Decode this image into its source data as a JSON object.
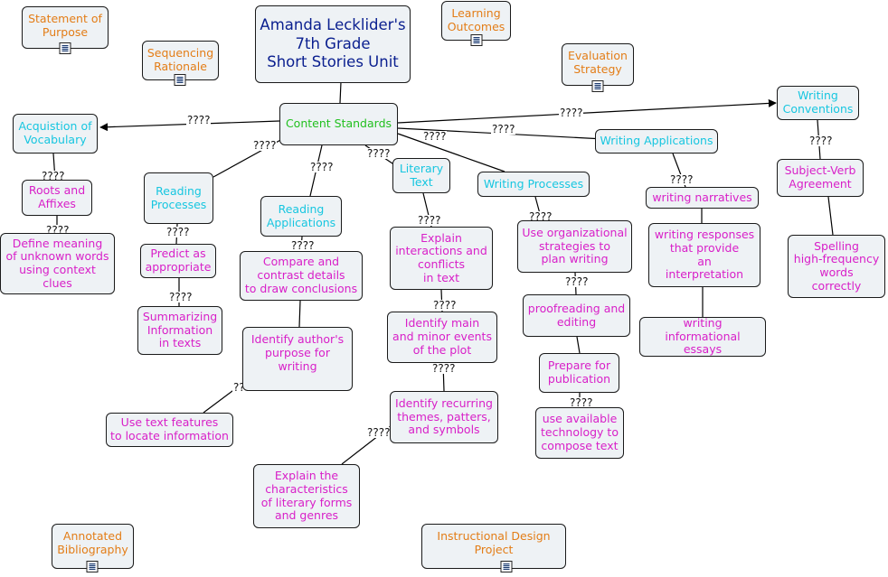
{
  "link_label": "????",
  "nodes": {
    "title": "Amanda Lecklider's\n7th Grade\nShort Stories Unit",
    "content_standards": "Content Standards",
    "statement_of_purpose": "Statement of\nPurpose",
    "sequencing_rationale": "Sequencing\nRationale",
    "learning_outcomes": "Learning\nOutcomes",
    "evaluation_strategy": "Evaluation\nStrategy",
    "acquisition_of_vocabulary": "Acquistion of\nVocabulary",
    "roots_and_affixes": "Roots and\nAffixes",
    "define_meaning": "Define meaning\nof unknown words\nusing context\nclues",
    "reading_processes": "Reading\nProcesses",
    "predict_as_appropriate": "Predict as\nappropriate",
    "summarizing_information": "Summarizing\nInformation\nin texts",
    "reading_applications": "Reading\nApplications",
    "compare_and_contrast": "Compare and\ncontrast details\nto draw conclusions",
    "identify_authors_purpose": "Identify author's\npurpose for\nwriting",
    "use_text_features": "Use text features\nto locate information",
    "literary_text": "Literary\nText",
    "explain_interactions": "Explain\ninteractions and\nconflicts\nin text",
    "identify_main_minor_events": "Identify main\nand minor events\nof the plot",
    "identify_recurring_themes": "Identify recurring\nthemes, patters,\nand symbols",
    "explain_characteristics": "Explain the\ncharacteristics\nof literary forms\nand genres",
    "writing_processes": "Writing Processes",
    "use_organizational_strategies": "Use organizational\nstrategies to\nplan writing",
    "proofreading_and_editing": "proofreading and\nediting",
    "prepare_for_publication": "Prepare for\npublication",
    "use_available_technology": "use available\ntechnology to\ncompose text",
    "writing_applications": "Writing Applications",
    "writing_narratives": "writing narratives",
    "writing_responses": "writing responses\nthat provide\nan\ninterpretation",
    "writing_informational_essays": "writing informational\nessays",
    "writing_conventions": "Writing\nConventions",
    "subject_verb_agreement": "Subject-Verb\nAgreement",
    "spelling_words": "Spelling\nhigh-frequency\nwords\ncorrectly",
    "annotated_bibliography": "Annotated\nBibliography",
    "instructional_design_project": "Instructional Design Project"
  },
  "colors": {
    "title": "#0a1f8f",
    "standards": "#22c020",
    "category": "#17c6e0",
    "item": "#d81fc8",
    "resource": "#e37d17",
    "node_fill": "#eef2f5"
  }
}
